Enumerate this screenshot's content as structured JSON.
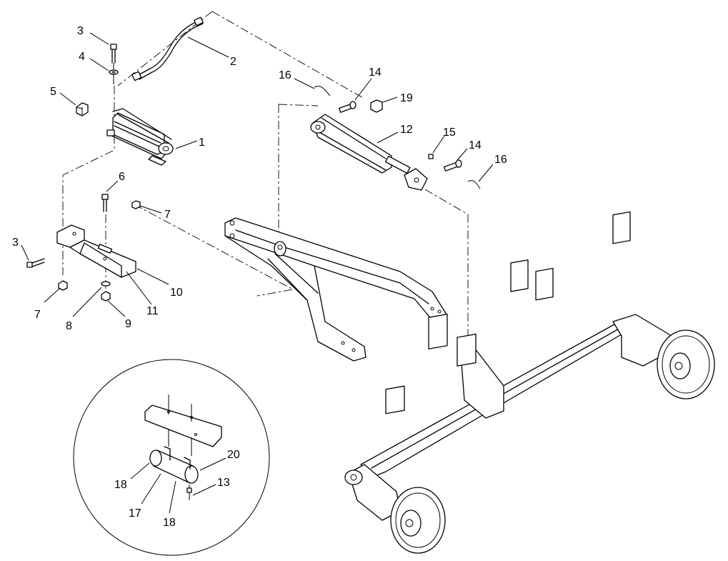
{
  "callouts": [
    {
      "id": "c3a",
      "text": "3"
    },
    {
      "id": "c4",
      "text": "4"
    },
    {
      "id": "c5",
      "text": "5"
    },
    {
      "id": "c2",
      "text": "2"
    },
    {
      "id": "c1",
      "text": "1"
    },
    {
      "id": "c6",
      "text": "6"
    },
    {
      "id": "c7a",
      "text": "7"
    },
    {
      "id": "c3b",
      "text": "3"
    },
    {
      "id": "c10",
      "text": "10"
    },
    {
      "id": "c11",
      "text": "11"
    },
    {
      "id": "c7b",
      "text": "7"
    },
    {
      "id": "c8",
      "text": "8"
    },
    {
      "id": "c9",
      "text": "9"
    },
    {
      "id": "c16a",
      "text": "16"
    },
    {
      "id": "c14a",
      "text": "14"
    },
    {
      "id": "c19",
      "text": "19"
    },
    {
      "id": "c12",
      "text": "12"
    },
    {
      "id": "c15",
      "text": "15"
    },
    {
      "id": "c14b",
      "text": "14"
    },
    {
      "id": "c16b",
      "text": "16"
    },
    {
      "id": "c20",
      "text": "20"
    },
    {
      "id": "c13",
      "text": "13"
    },
    {
      "id": "c18a",
      "text": "18"
    },
    {
      "id": "c17",
      "text": "17"
    },
    {
      "id": "c18b",
      "text": "18"
    }
  ]
}
